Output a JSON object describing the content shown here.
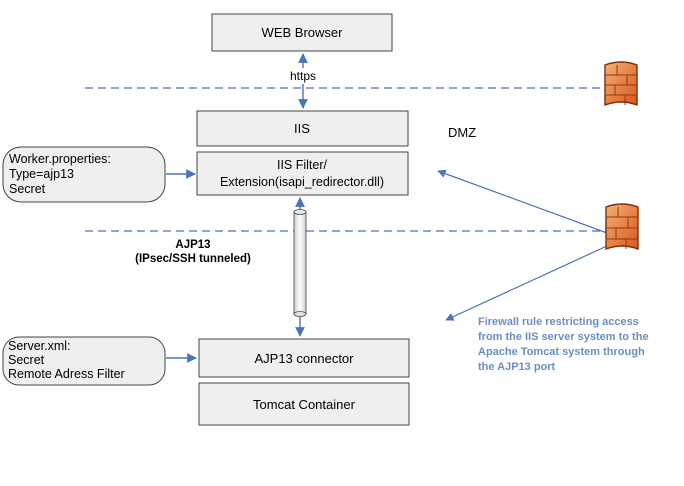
{
  "boxes": {
    "browser": "WEB Browser",
    "iis": "IIS",
    "filter_line1": "IIS Filter/",
    "filter_line2": "Extension(isapi_redirector.dll)",
    "connector": "AJP13 connector",
    "tomcat": "Tomcat Container"
  },
  "labels": {
    "https": "https",
    "dmz": "DMZ",
    "ajp13": "AJP13",
    "ajp13_tunnel": "(IPsec/SSH tunneled)"
  },
  "notes": {
    "worker": [
      "Worker.properties:",
      "Type=ajp13",
      "Secret"
    ],
    "server": [
      "Server.xml:",
      "Secret",
      "Remote Adress Filter"
    ]
  },
  "firewall_rule": [
    "Firewall rule restricting access",
    "from the IIS server system to the",
    "Apache Tomcat system through",
    "the AJP13 port"
  ],
  "colors": {
    "box_fill": "#efefef",
    "box_stroke": "#444444",
    "line_blue": "#4a74b8",
    "rule_text": "#6a8fc0",
    "firewall_orange": "#e8762a"
  }
}
